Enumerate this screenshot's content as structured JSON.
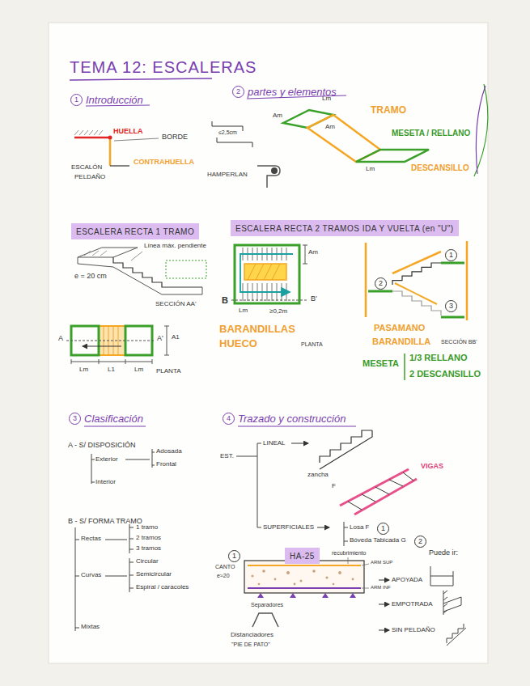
{
  "diagram": {
    "title": "TEMA 12: ESCALERAS",
    "nodes": [
      {
        "text": [
          "1",
          "Introducción"
        ]
      },
      {
        "text": [
          "2",
          "partes y elementos"
        ]
      },
      {
        "text": [
          "ESCALERA RECTA 1 TRAMO"
        ]
      },
      {
        "text": [
          "ESCALERA RECTA 2 TRAMOS IDA Y VUELTA (en \"U\")"
        ]
      },
      {
        "text": [
          "1"
        ]
      },
      {
        "text": [
          "2"
        ]
      },
      {
        "text": [
          "3"
        ]
      },
      {
        "text": [
          "3",
          "Clasificación"
        ]
      },
      {
        "text": [
          "4",
          "Trazado y construcción"
        ]
      },
      {
        "text": [
          "1"
        ]
      },
      {
        "text": [
          "2"
        ]
      },
      {
        "text": [
          "HA-25"
        ]
      },
      {
        "text": [
          "1"
        ]
      }
    ],
    "labels": [
      "HUELLA",
      "BORDE",
      "CONTRAHUELLA",
      "ESCALÓN",
      "PELDAÑO",
      "≤2,5cm",
      "HAMPERLAN",
      "Am",
      "Lm",
      "Am",
      "TRAMO",
      "MESETA / RELLANO",
      "DESCANSILLO",
      "Lm",
      "Línea máx. pendiente",
      "e = 20 cm",
      "SECCIÓN AA'",
      "A",
      "A'",
      "A1",
      "Lm",
      "L1",
      "Lm",
      "PLANTA",
      "Am",
      "B",
      "B'",
      "Lm",
      "≥0,2m",
      "BARANDILLAS",
      "HUECO",
      "PLANTA",
      "PASAMANO",
      "BARANDILLA",
      "SECCIÓN BB'",
      "MESETA",
      "1/3 RELLANO",
      "2 DESCANSILLO",
      "A - S/ DISPOSICIÓN",
      "Adosada",
      "Exterior",
      "Frontal",
      "Interior",
      "B - S/ FORMA TRAMO",
      "1 tramo",
      "Rectas",
      "2 tramos",
      "3 tramos",
      "Curvas",
      "Circular",
      "Semicircular",
      "Espiral / caracoles",
      "Mixtas",
      "EST.",
      "LINEAL",
      "zancha",
      "F",
      "VIGAS",
      "SUPERFICIALES",
      "Losa F",
      "Bóveda Tabicada G",
      "recubrimiento",
      "ARM SUP",
      "ARM INF",
      "CANTO",
      "e≈20",
      "Separadores",
      "Distanciadores",
      "\"PIE DE PATO\"",
      "Puede ir:",
      "APOYADA",
      "EMPOTRADA",
      "SIN PELDAÑO"
    ]
  }
}
